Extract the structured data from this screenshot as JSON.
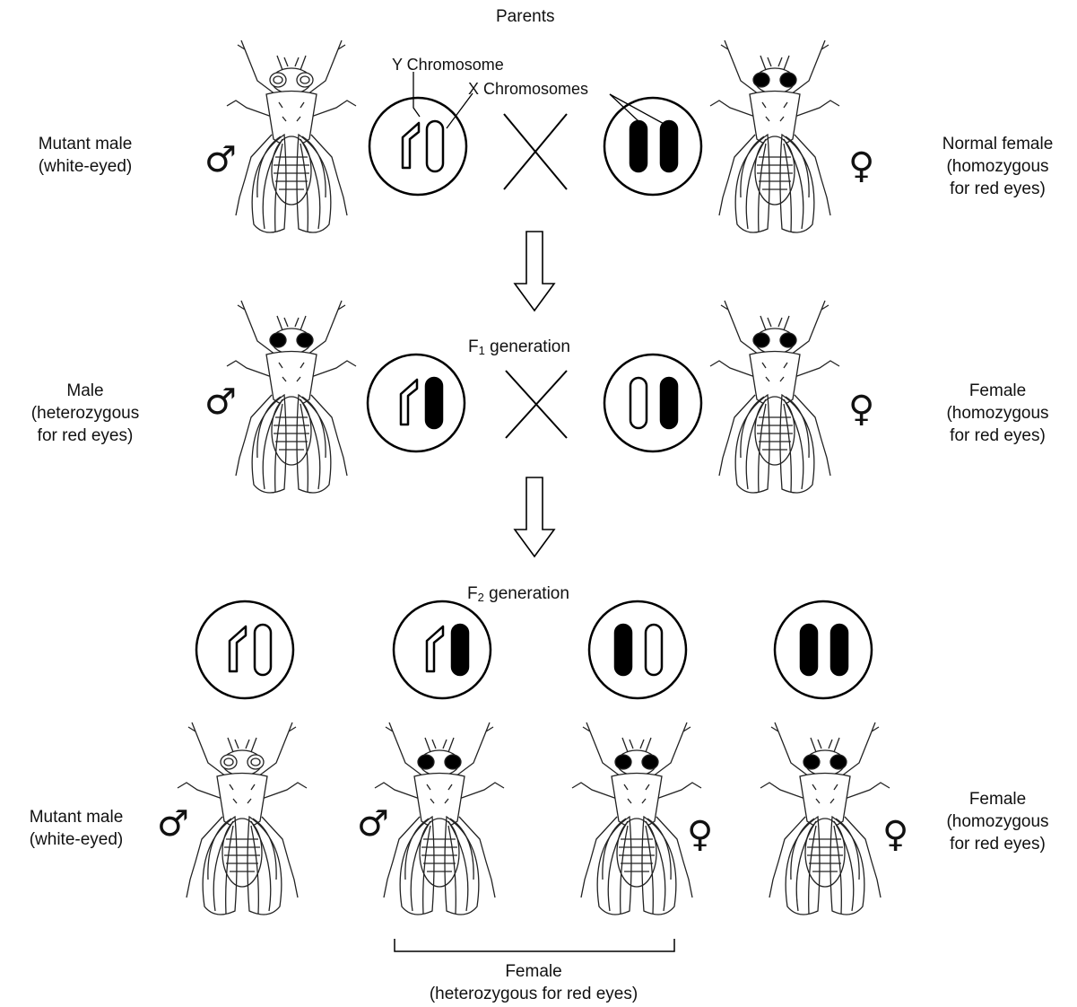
{
  "diagram": {
    "title": "Parents",
    "annotations": {
      "y_chromosome": "Y Chromosome",
      "x_chromosomes": "X Chromosomes"
    },
    "symbols": {
      "male": "♂",
      "female": "♀"
    },
    "generations": {
      "parents": {
        "left_label": [
          "Mutant male",
          "(white-eyed)"
        ],
        "right_label": [
          "Normal female",
          "(homozygous",
          "for red eyes)"
        ]
      },
      "f1": {
        "title_prefix": "F",
        "title_sub": "1",
        "title_suffix": " generation",
        "left_label": [
          "Male",
          "(heterozygous",
          "for red eyes)"
        ],
        "right_label": [
          "Female",
          "(homozygous",
          "for red eyes)"
        ]
      },
      "f2": {
        "title_prefix": "F",
        "title_sub": "2",
        "title_suffix": " generation",
        "left_label": [
          "Mutant male",
          "(white-eyed)"
        ],
        "right_label": [
          "Female",
          "(homozygous",
          "for red eyes)"
        ],
        "bracket_label": [
          "Female",
          "(heterozygous for red eyes)"
        ]
      }
    },
    "chromosome_colors": {
      "mutant_white": "#ffffff",
      "normal_red_allele": "#000000"
    }
  }
}
